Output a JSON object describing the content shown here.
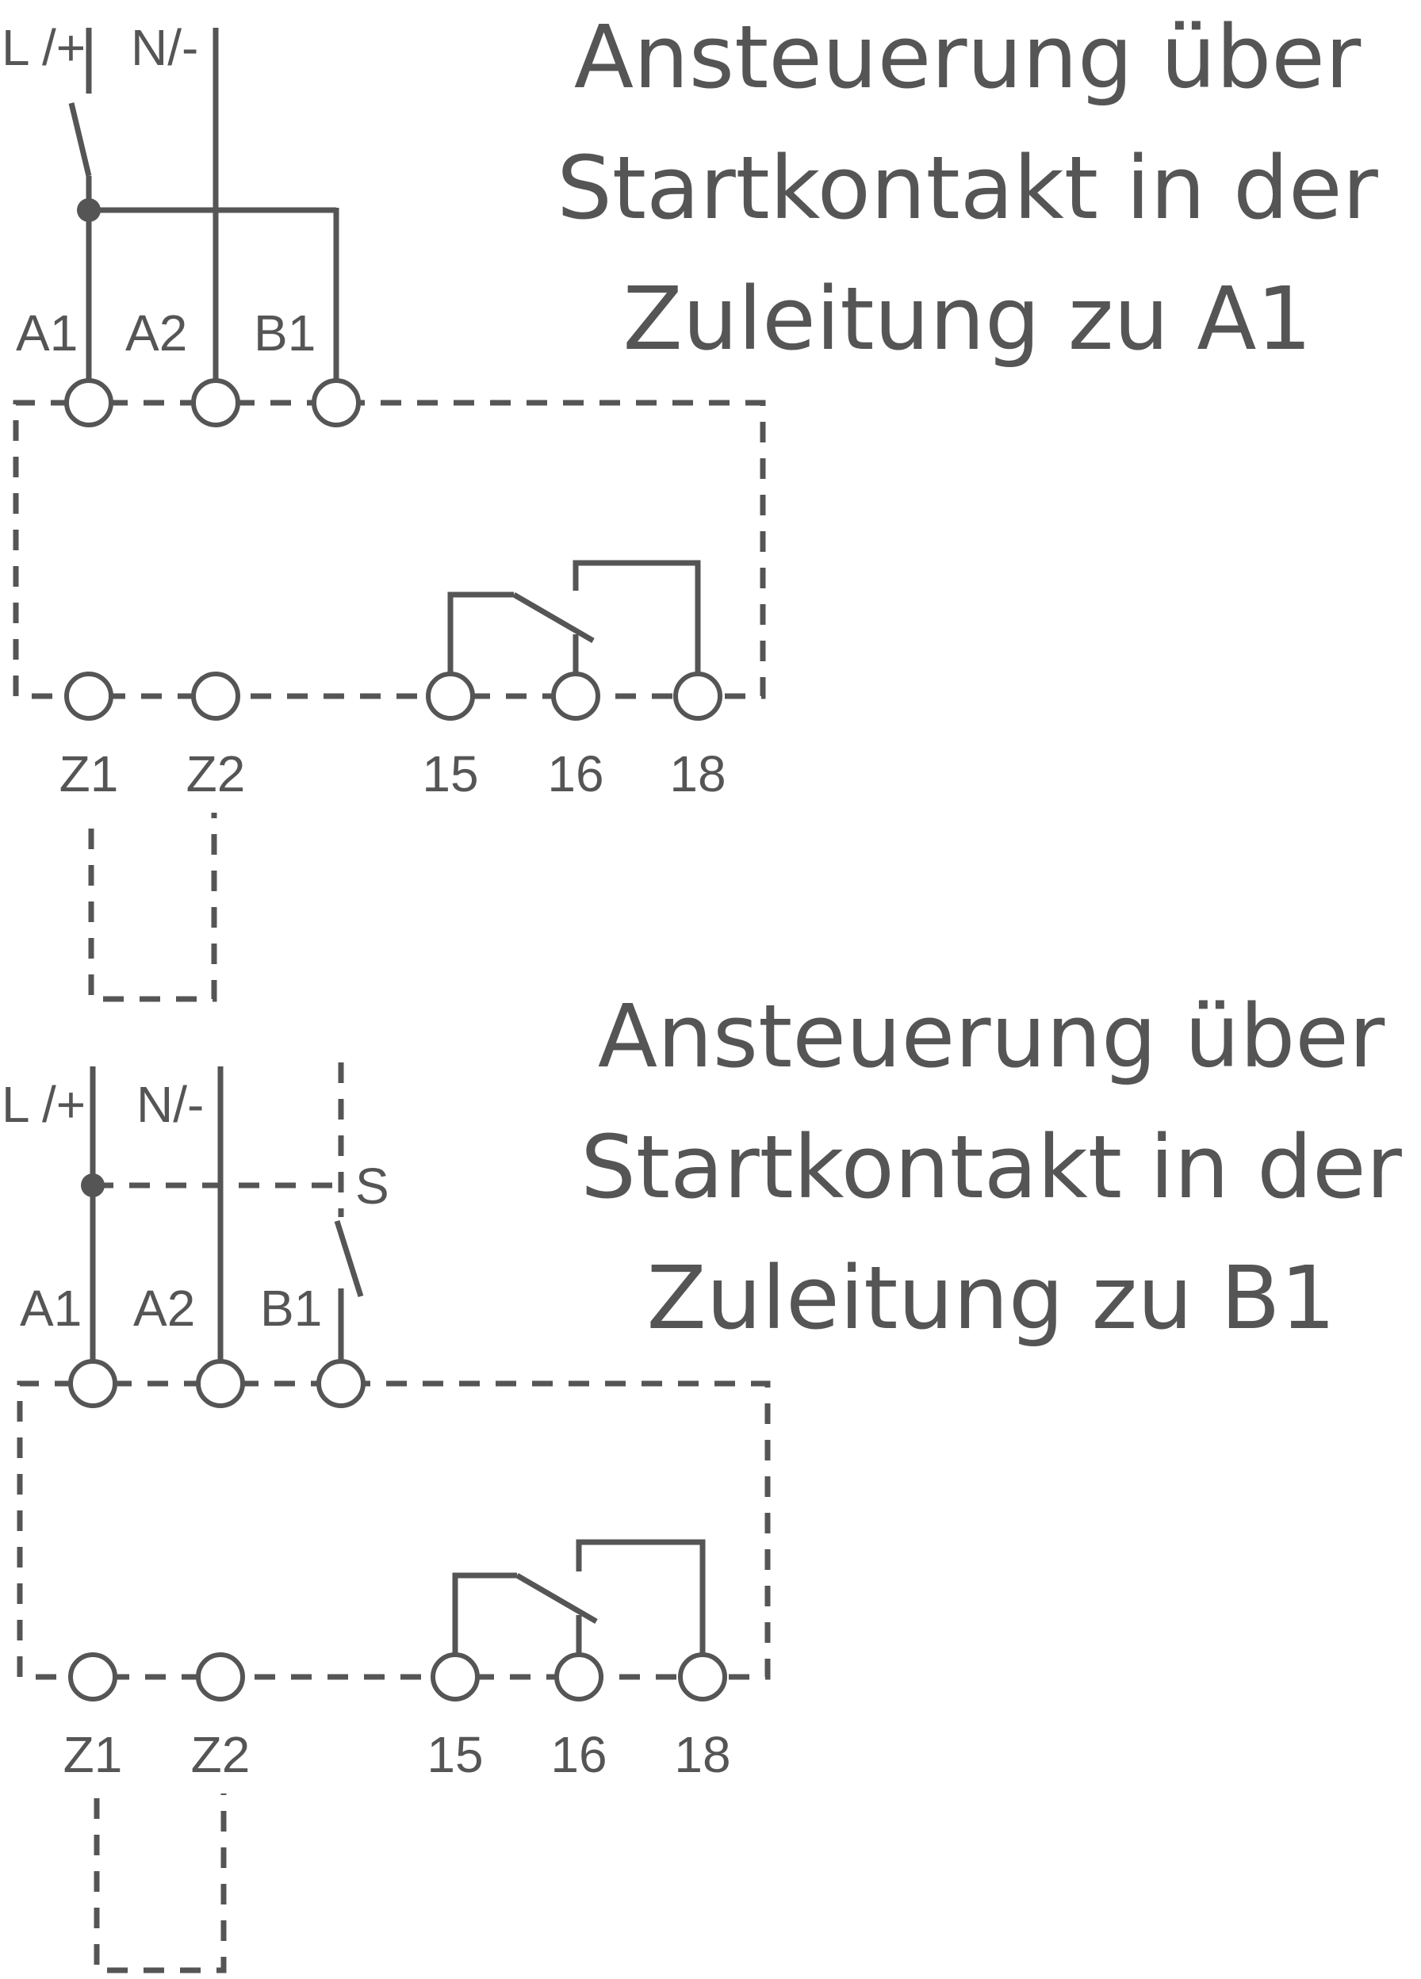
{
  "top": {
    "title_lines": [
      "Ansteuerung über",
      "Startkontakt in der",
      "Zuleitung zu A1"
    ],
    "supply": {
      "l": "L /+",
      "n": "N/-"
    },
    "inputs": [
      "A1",
      "A2",
      "B1"
    ],
    "outputs": [
      "Z1",
      "Z2",
      "15",
      "16",
      "18"
    ]
  },
  "bottom": {
    "title_lines": [
      "Ansteuerung über",
      "Startkontakt in der",
      "Zuleitung zu B1"
    ],
    "supply": {
      "l": "L /+",
      "n": "N/-",
      "s": "S"
    },
    "inputs": [
      "A1",
      "A2",
      "B1"
    ],
    "outputs": [
      "Z1",
      "Z2",
      "15",
      "16",
      "18"
    ]
  },
  "colors": {
    "line": "#555555",
    "background": "#ffffff"
  }
}
